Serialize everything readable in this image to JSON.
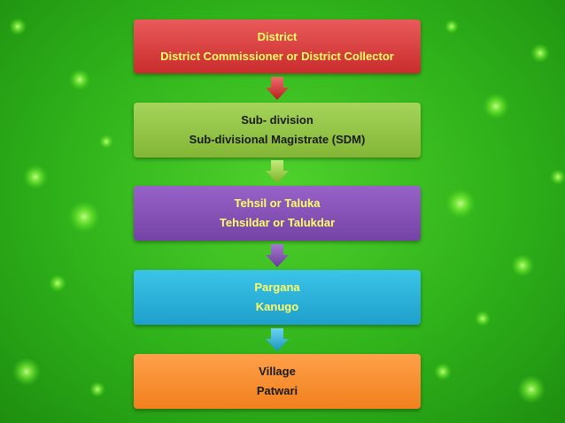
{
  "levels": [
    {
      "unit": "District",
      "officer": "District Commissioner or District Collector",
      "color": "#d93b3b"
    },
    {
      "unit": "Sub- division",
      "officer": "Sub-divisional Magistrate (SDM)",
      "color": "#93c547"
    },
    {
      "unit": "Tehsil or Taluka",
      "officer": "Tehsildar or Talukdar",
      "color": "#8450b6"
    },
    {
      "unit": "Pargana",
      "officer": "Kanugo",
      "color": "#2db1dc"
    },
    {
      "unit": "Village",
      "officer": "Patwari",
      "color": "#f48f2e"
    }
  ],
  "background_color": "#3cc021"
}
